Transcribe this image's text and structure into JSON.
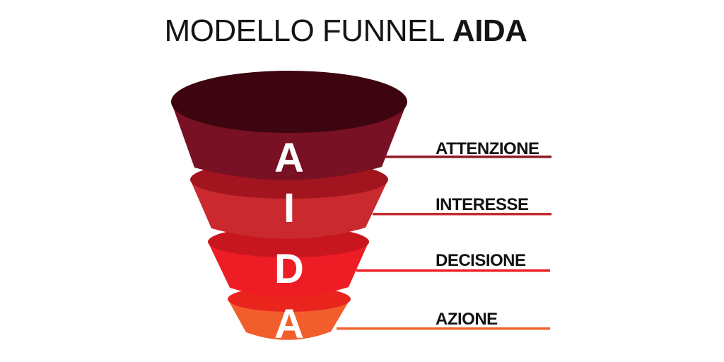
{
  "title": {
    "regular": "MODELLO FUNNEL",
    "bold": "AIDA",
    "color": "#141414"
  },
  "background": "#FFFFFF",
  "funnel": {
    "letter_color": "#FFFFFF",
    "label_color": "#121212",
    "stages": [
      {
        "letter": "A",
        "label": "ATTENZIONE",
        "top_color": "#3D050F",
        "body_color": "#781123",
        "line_color": "#8A1A24"
      },
      {
        "letter": "I",
        "label": "INTERESSE",
        "top_color": "#A2151E",
        "body_color": "#C9292F",
        "line_color": "#C32B30"
      },
      {
        "letter": "D",
        "label": "DECISIONE",
        "top_color": "#C8161E",
        "body_color": "#EE1C25",
        "line_color": "#EC2027"
      },
      {
        "letter": "A",
        "label": "AZIONE",
        "top_color": "#E9251D",
        "body_color": "#F15E2C",
        "line_color": "#F0652F"
      }
    ]
  }
}
